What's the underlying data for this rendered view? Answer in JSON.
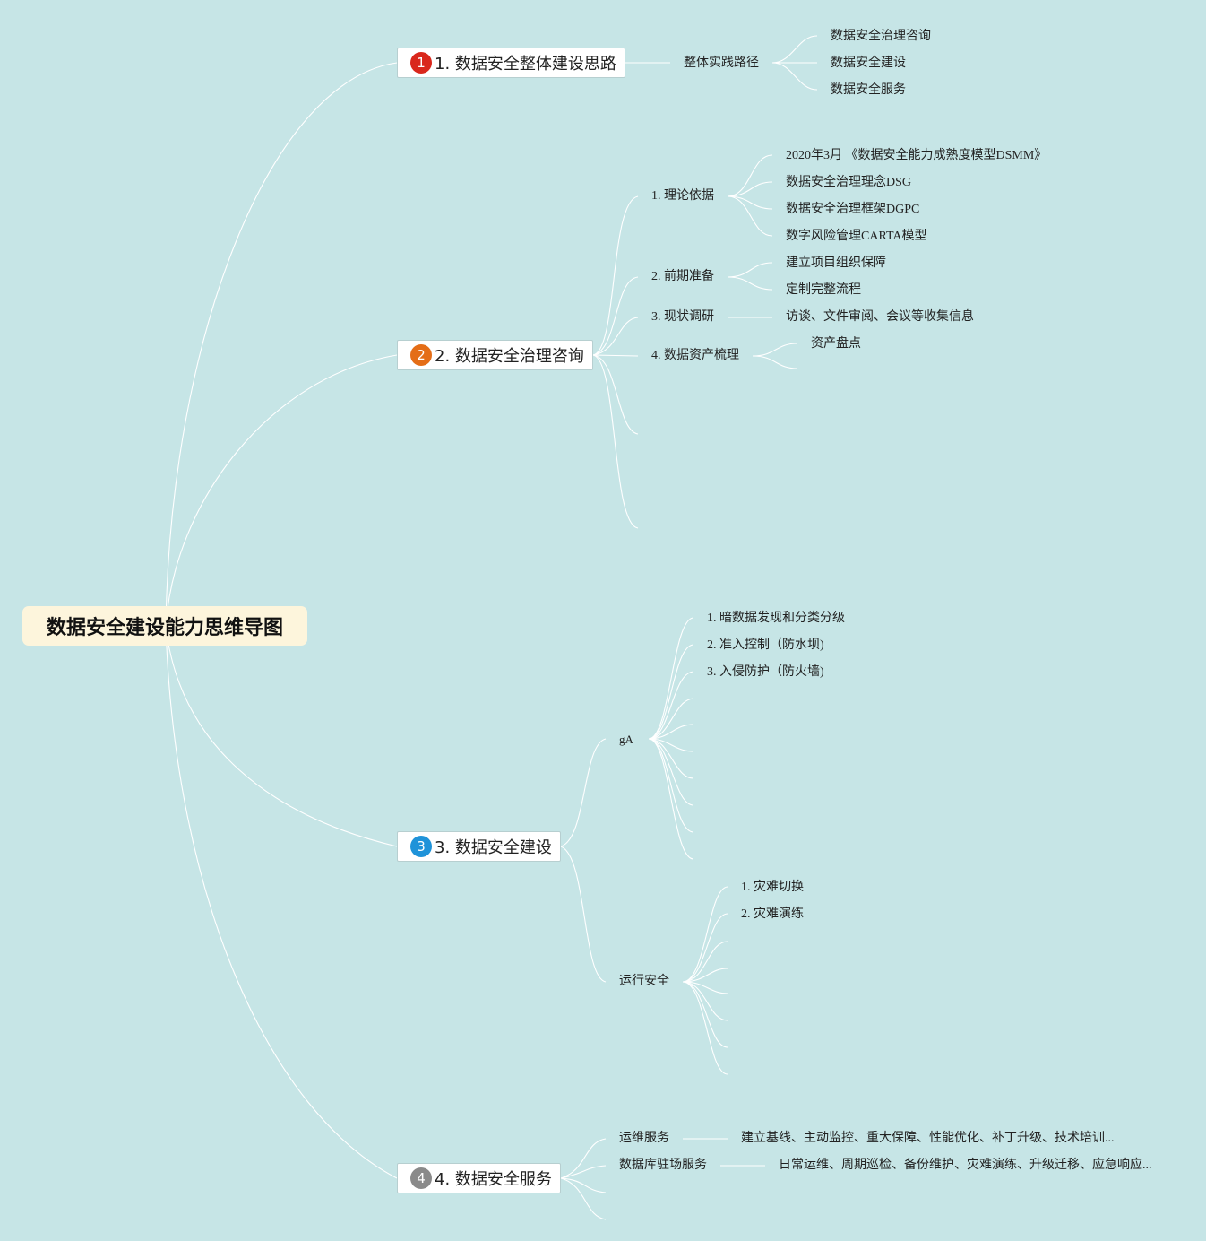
{
  "root": {
    "title": "数据安全建设能力思维导图"
  },
  "branches": [
    {
      "label": "1. 数据安全整体建设思路",
      "badge": "1",
      "badge_color": "#d9271c",
      "sub": [
        {
          "label": "整体实践路径",
          "children": [
            "数据安全治理咨询",
            "数据安全建设",
            "数据安全服务"
          ]
        }
      ]
    },
    {
      "label": "2. 数据安全治理咨询",
      "badge": "2",
      "badge_color": "#e46d17",
      "sub": [
        {
          "label": "1. 理论依据",
          "children": [
            "2020年3月 《数据安全能力成熟度模型DSMM》",
            "数据安全治理理念DSG",
            "数据安全治理框架DGPC",
            "数字风险管理CARTA模型"
          ]
        },
        {
          "label": "2. 前期准备",
          "children": [
            "建立项目组织保障",
            "定制完整流程"
          ]
        },
        {
          "label": "3. 现状调研",
          "children": [
            "访谈、文件审阅、会议等收集信息"
          ]
        },
        {
          "label": "4. 数据资产梳理",
          "children": [
            "资产盘点"
          ]
        }
      ]
    },
    {
      "label": "3. 数据安全建设",
      "badge": "3",
      "badge_color": "#1f93d9",
      "sub": [
        {
          "label": "gA",
          "children": [
            "1. 暗数据发现和分类分级",
            "2. 准入控制（防水坝)",
            "3. 入侵防护（防火墙)"
          ]
        },
        {
          "label": "运行安全",
          "children": [
            "1. 灾难切换",
            "2. 灾难演练"
          ]
        }
      ]
    },
    {
      "label": "4. 数据安全服务",
      "badge": "4",
      "badge_color": "#8a8a8a",
      "sub": [
        {
          "label": "运维服务",
          "children": [
            "建立基线、主动监控、重大保障、性能优化、补丁升级、技术培训..."
          ]
        },
        {
          "label": "数据库驻场服务",
          "children": [
            "日常运维、周期巡检、备份维护、灾难演练、升级迁移、应急响应..."
          ]
        }
      ]
    }
  ],
  "colors": {
    "background": "#c6e5e6",
    "root_fill": "#fdf5dc",
    "connector": "#ffffff"
  }
}
